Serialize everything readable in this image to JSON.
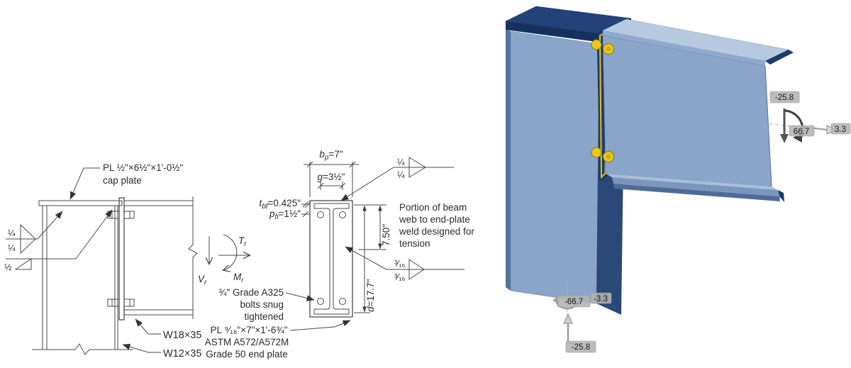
{
  "drawing": {
    "cap_note": {
      "l1": "PL ½\"×6½\"×1'-0½\"",
      "l2": "cap plate"
    },
    "weld_cap": {
      "top": "¼",
      "bot": "¼"
    },
    "weld_seat": {
      "size": "½"
    },
    "forces": {
      "V": "V",
      "T": "T",
      "M": "M",
      "sub": "r"
    },
    "labels": {
      "beam": "W18×35",
      "column": "W12×35"
    },
    "bolt_note": [
      "¾\" Grade A325",
      "bolts snug",
      "tightened"
    ],
    "plate_note": [
      "PL ⁹⁄₁₆\"×7\"×1'-6¾\"",
      "ASTM A572/A572M",
      "Grade 50 end plate"
    ],
    "web_note": [
      "Portion of beam",
      "web to end-plate",
      "weld designed for",
      "tension"
    ],
    "dims": {
      "bp": {
        "base": "b",
        "sub": "p",
        "val": "=7\""
      },
      "g": {
        "base": "g",
        "val": "=3½\""
      },
      "tbf": {
        "base": "t",
        "sub": "bf",
        "val": "=0.425\""
      },
      "pfi": {
        "base": "p",
        "sub": "fi",
        "val": "=1½\""
      },
      "tension": "7.50\"",
      "depth": {
        "base": "d",
        "val": "=17.7\""
      }
    },
    "weld_flange": {
      "top": "¼",
      "bot": "¼"
    },
    "weld_web": {
      "top": "³⁄₁₆",
      "bot": "³⁄₁₆"
    }
  },
  "model": {
    "beam_end": {
      "moment": "-25.8",
      "shear": "66.7",
      "axial": "3.3"
    },
    "column_base": {
      "moment": "-66.7",
      "shear": "-3.3",
      "axial": "-25.8"
    },
    "colors": {
      "steel_light": "#8aa5c9",
      "steel_highlight": "#b7c9e1",
      "steel_shadow": "#2b4976",
      "plate_navy": "#1f3d73",
      "bolt_yellow": "#eac916",
      "tag_bg": "#b3b3b3"
    }
  }
}
